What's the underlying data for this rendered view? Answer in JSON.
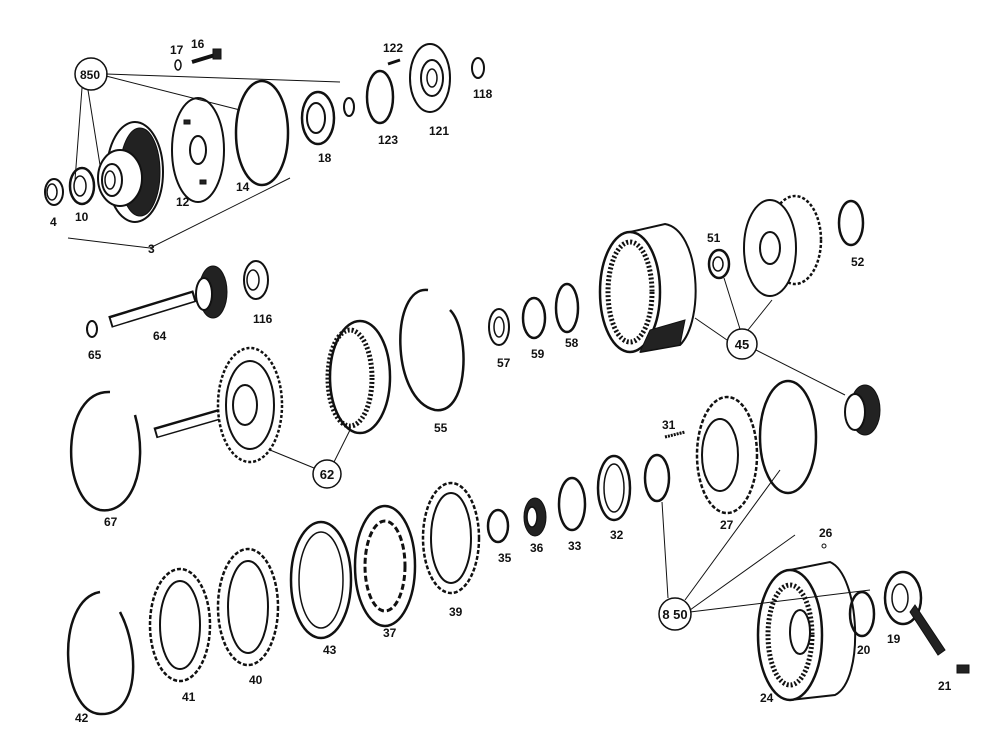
{
  "labels": {
    "l3": "3",
    "l4": "4",
    "l10": "10",
    "l12": "12",
    "l14": "14",
    "l16": "16",
    "l17": "17",
    "l18": "18",
    "l122": "122",
    "l123": "123",
    "l121": "121",
    "l118": "118",
    "l850a": "850",
    "l64": "64",
    "l65": "65",
    "l116": "116",
    "l51": "51",
    "l52": "52",
    "l45": "45",
    "l57": "57",
    "l59": "59",
    "l58": "58",
    "l55": "55",
    "l62": "62",
    "l67": "67",
    "l31": "31",
    "l27": "27",
    "l26": "26",
    "l35": "35",
    "l36": "36",
    "l33": "33",
    "l32": "32",
    "l37": "37",
    "l39": "39",
    "l43": "43",
    "l40": "40",
    "l41": "41",
    "l42": "42",
    "l850b": "8 50",
    "l24": "24",
    "l20": "20",
    "l19": "19",
    "l21": "21"
  }
}
